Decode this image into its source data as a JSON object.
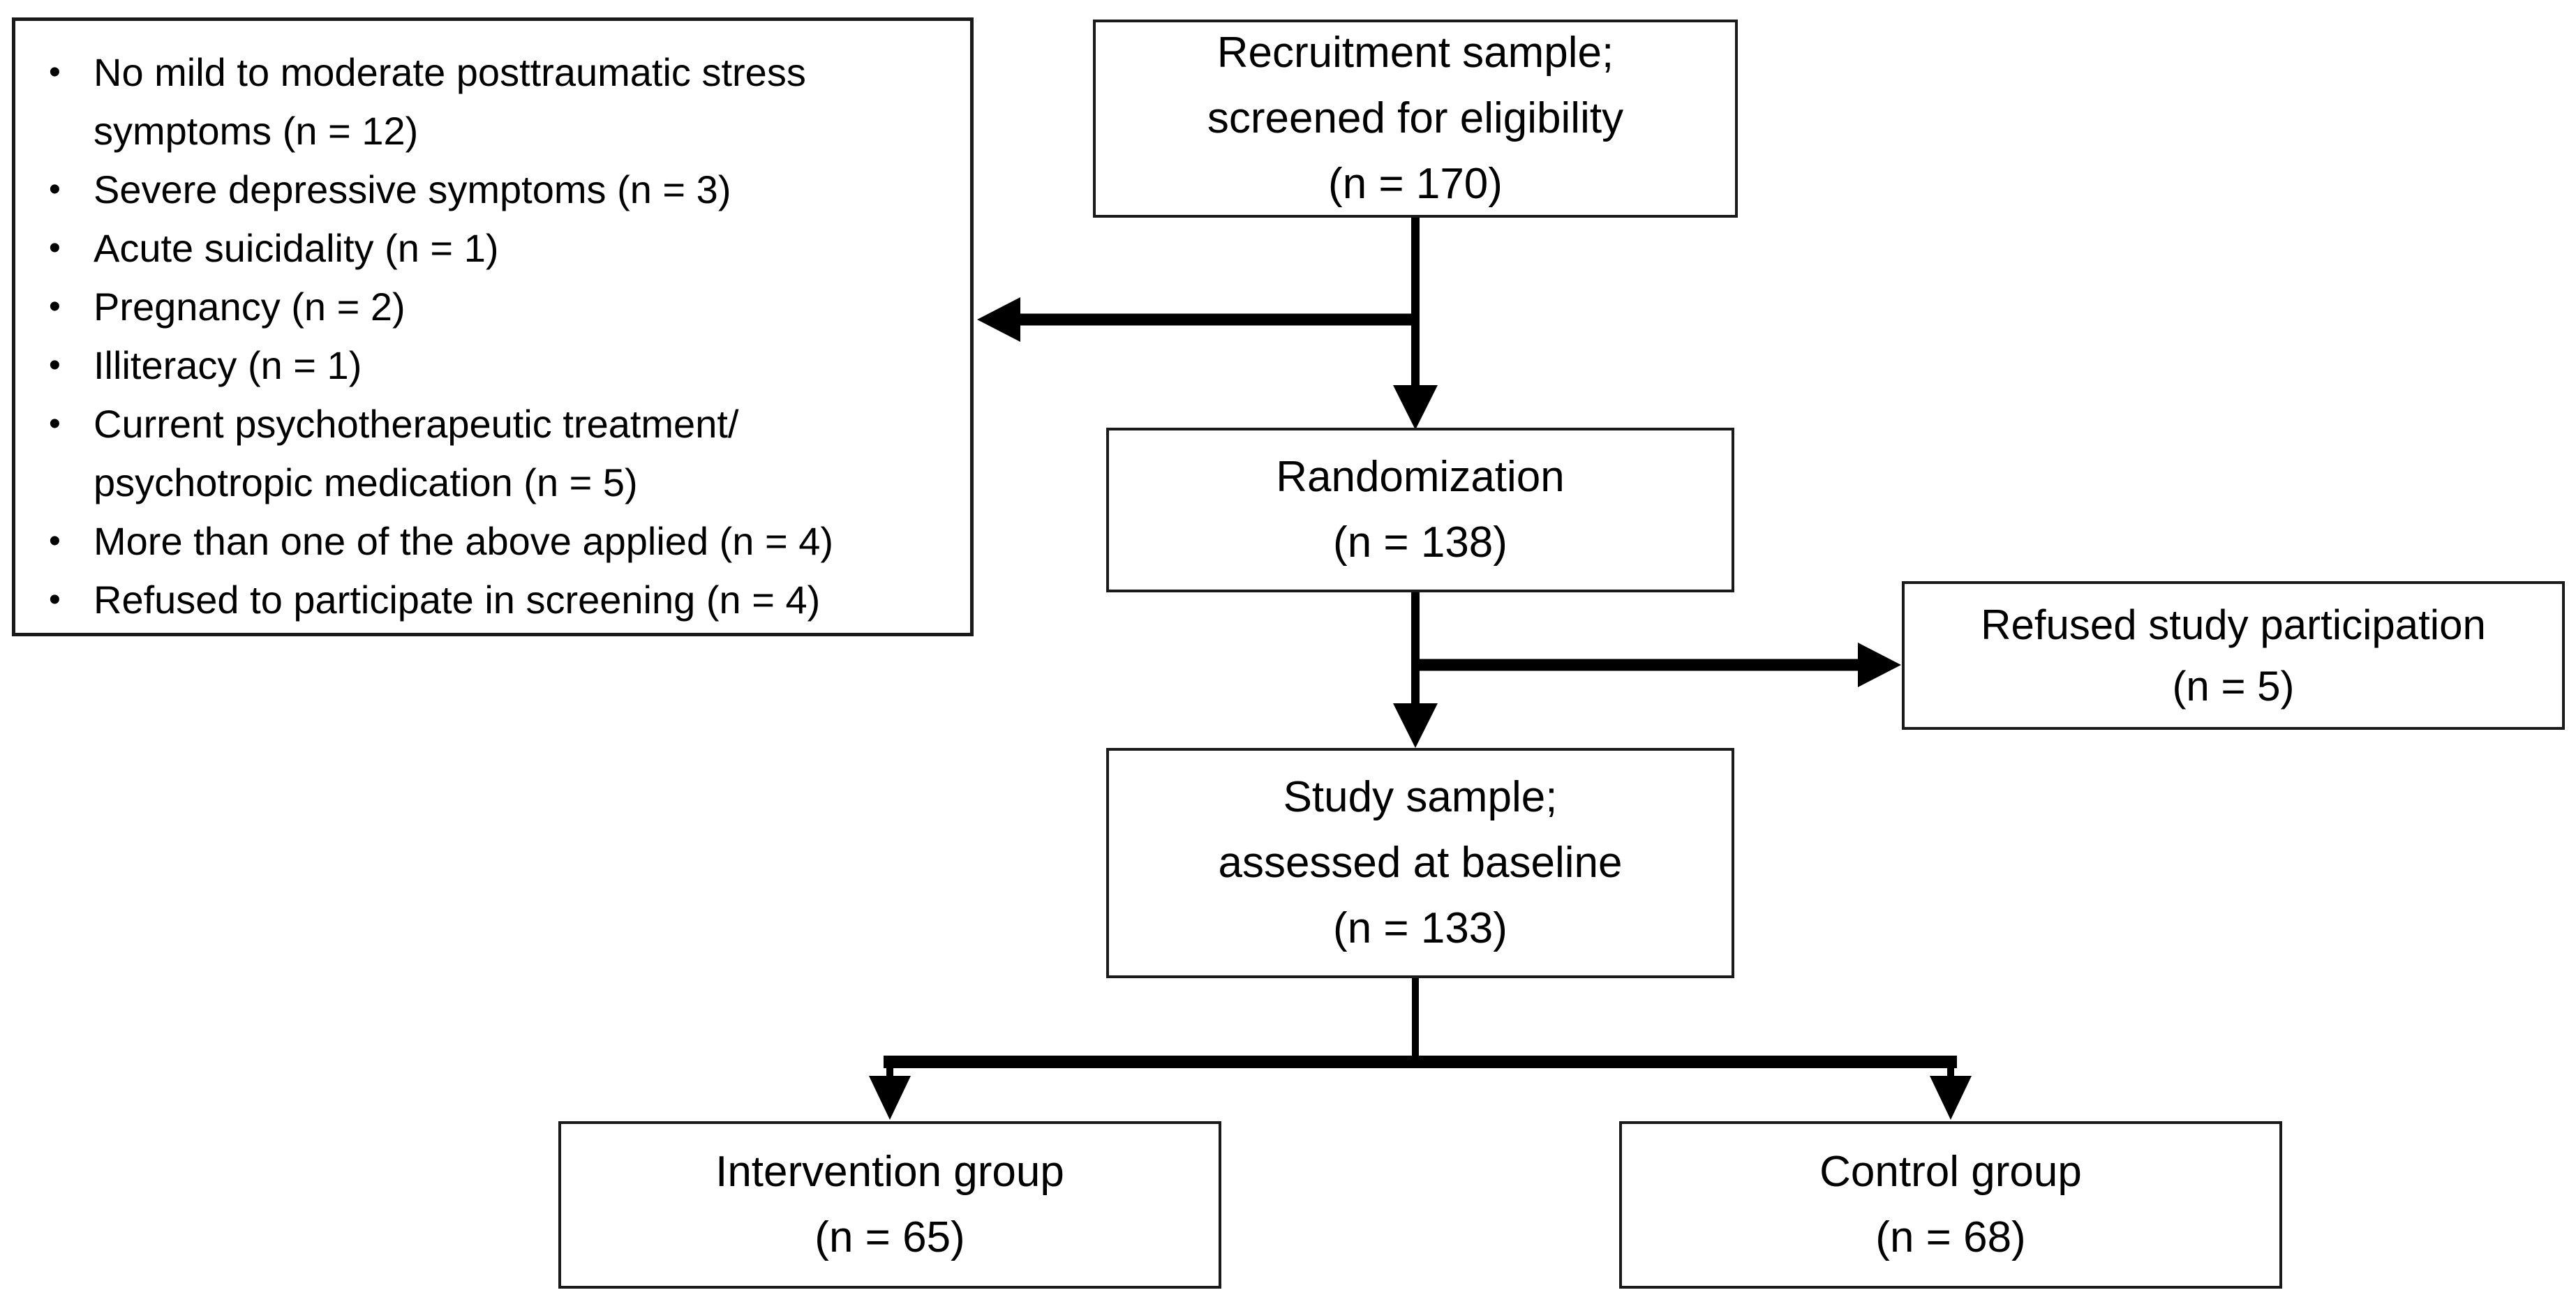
{
  "exclusions": {
    "items": [
      "No mild to moderate posttraumatic stress symptoms (n = 12)",
      "Severe depressive symptoms (n = 3)",
      "Acute suicidality (n = 1)",
      "Pregnancy (n = 2)",
      "Illiteracy (n = 1)",
      "Current psychotherapeutic treatment/ psychotropic medication (n = 5)",
      "More than one of the above applied (n = 4)",
      "Refused to participate in screening (n = 4)"
    ]
  },
  "boxes": {
    "recruitment": {
      "lines": [
        "Recruitment sample;",
        "screened for eligibility",
        "(n = 170)"
      ]
    },
    "randomization": {
      "lines": [
        "Randomization",
        "(n = 138)"
      ]
    },
    "refused": {
      "lines": [
        "Refused study participation",
        "(n = 5)"
      ]
    },
    "study_sample": {
      "lines": [
        "Study sample;",
        "assessed at baseline",
        "(n = 133)"
      ]
    },
    "intervention": {
      "lines": [
        "Intervention group",
        "(n = 65)"
      ]
    },
    "control": {
      "lines": [
        "Control group",
        "(n = 68)"
      ]
    }
  },
  "colors": {
    "background": "#ffffff",
    "text": "#000000",
    "box_border": "#1a1a1a",
    "connector": "#000000"
  }
}
